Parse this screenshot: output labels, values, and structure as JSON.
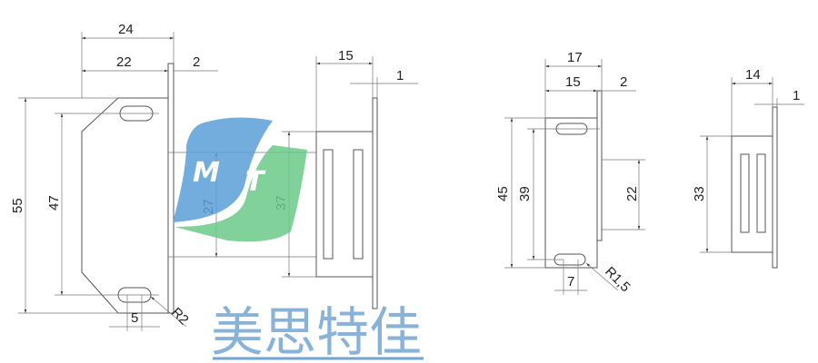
{
  "view_front": {
    "width_total": "24",
    "width_body": "22",
    "flange": "2",
    "height_total": "55",
    "hole_pitch": "47",
    "slot_width": "5",
    "radius": "R2"
  },
  "view_side": {
    "depth": "15",
    "plate": "1",
    "inner_height": "27",
    "outer_height": "37"
  },
  "view_small_front": {
    "width_total": "17",
    "width_body": "15",
    "flange": "2",
    "height_total": "45",
    "hole_pitch": "39",
    "inner_height": "22",
    "slot_width": "7",
    "radius": "R1,5"
  },
  "view_small_side": {
    "depth": "14",
    "plate": "1",
    "height": "33"
  },
  "watermark": {
    "logo_m": "M",
    "logo_t": "T",
    "company": "美思特佳",
    "blue": "#5b94c9",
    "green": "#6cc98a"
  }
}
